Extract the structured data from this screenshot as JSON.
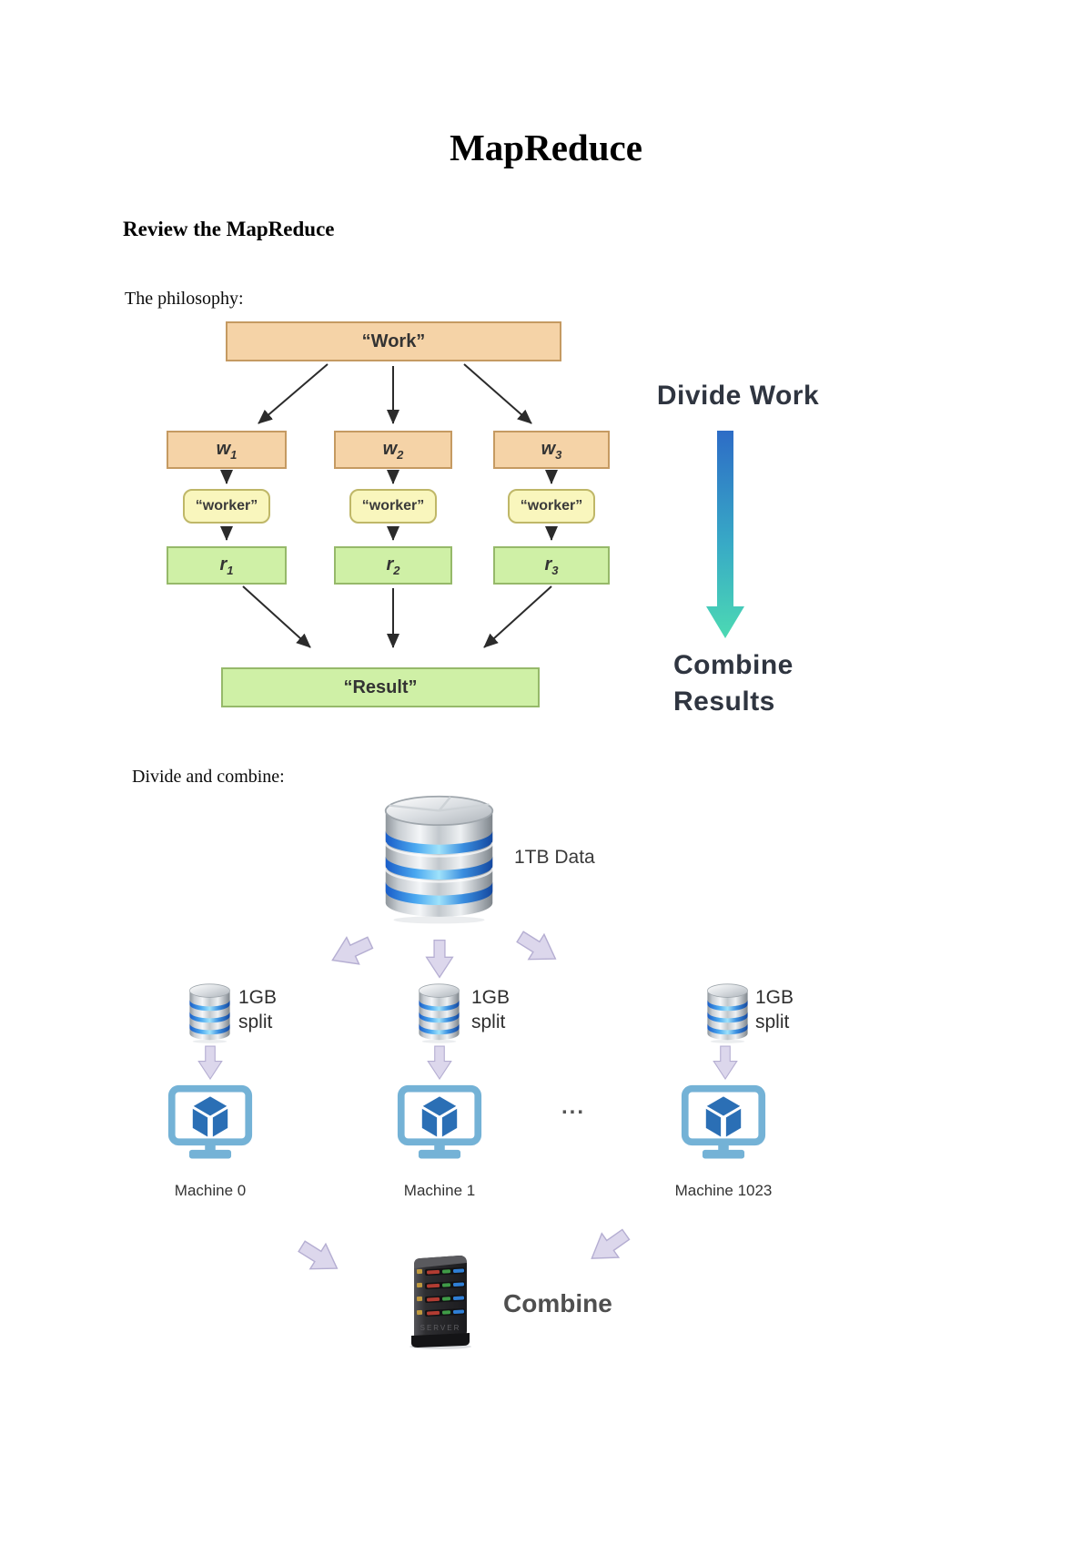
{
  "document": {
    "title": "MapReduce",
    "heading": "Review the MapReduce",
    "intro_philosophy": "The philosophy:",
    "intro_divide_combine": "Divide and combine:"
  },
  "philosophy_diagram": {
    "work_box": "“Work”",
    "divide_work_label": "Divide Work",
    "combine_results_line1": "Combine",
    "combine_results_line2": "Results",
    "columns": [
      {
        "work_base": "w",
        "work_sub": "1",
        "worker": "“worker”",
        "result_base": "r",
        "result_sub": "1"
      },
      {
        "work_base": "w",
        "work_sub": "2",
        "worker": "“worker”",
        "result_base": "r",
        "result_sub": "2"
      },
      {
        "work_base": "w",
        "work_sub": "3",
        "worker": "“worker”",
        "result_base": "r",
        "result_sub": "3"
      }
    ],
    "result_box": "“Result”",
    "colors": {
      "work_fill": "#f5d3a7",
      "work_border": "#c59a62",
      "worker_fill": "#f9f6bd",
      "worker_border": "#bfb768",
      "result_fill": "#cff0a6",
      "result_border": "#96b96a",
      "divide_arrow_top": "#2d6cc6",
      "divide_arrow_bottom": "#4cd9b3"
    }
  },
  "divide_combine_diagram": {
    "source_label": "1TB Data",
    "split_label_line1": "1GB",
    "split_label_line2": "split",
    "ellipsis": "...",
    "machines": [
      {
        "label": "Machine 0"
      },
      {
        "label": "Machine 1"
      },
      {
        "label": "Machine 1023"
      }
    ],
    "server_text": "SERVER",
    "combine_label": "Combine",
    "colors": {
      "monitor_blue": "#74b2d6",
      "cube_blue": "#2b6fb5",
      "db_band_blue": "#3f9be8",
      "block_arrow_fill": "#dcd7ec",
      "block_arrow_border": "#b5aed2"
    }
  }
}
